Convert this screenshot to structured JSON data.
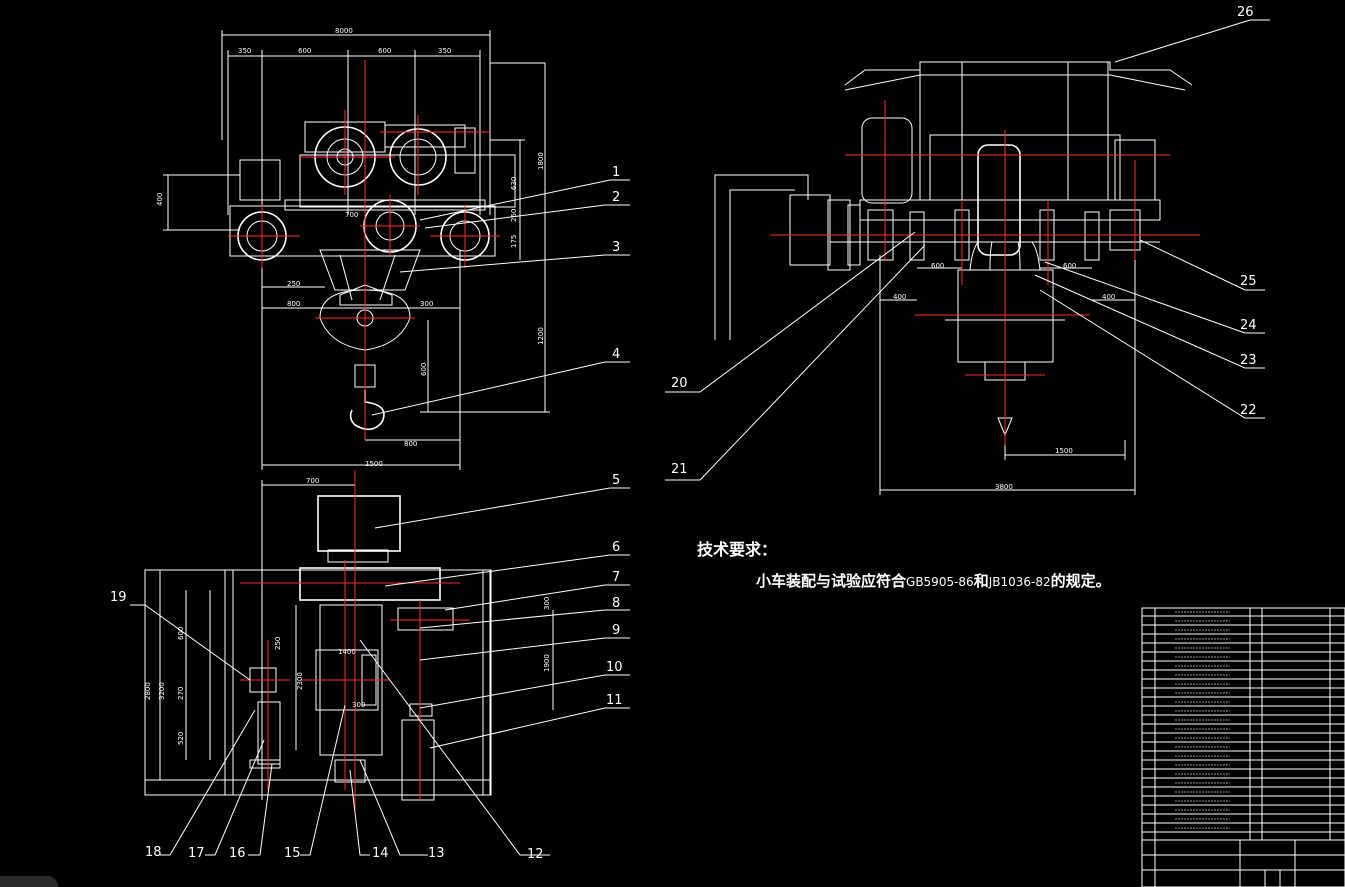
{
  "callouts": [
    "1",
    "2",
    "3",
    "4",
    "5",
    "6",
    "7",
    "8",
    "9",
    "10",
    "11",
    "12",
    "13",
    "14",
    "15",
    "16",
    "17",
    "18",
    "19",
    "20",
    "21",
    "22",
    "23",
    "24",
    "25",
    "26"
  ],
  "front_view_dims": {
    "overall_width": "8000",
    "top_spans": [
      "350",
      "600",
      "600",
      "350"
    ],
    "mid_span": "700",
    "left_offsets": [
      "250",
      "800"
    ],
    "center_offset": "300",
    "hook_height": "600",
    "hook_width": "800",
    "bottom_span": "1500",
    "left_height": "400",
    "right_heights": [
      "630",
      "1800",
      "250",
      "175",
      "1200"
    ]
  },
  "plan_view_dims": {
    "top_span": "700",
    "heights": [
      "2800",
      "3200",
      "600",
      "2300",
      "270",
      "520",
      "250"
    ],
    "inner": [
      "1400",
      "300"
    ],
    "right": [
      "300",
      "1900"
    ]
  },
  "side_view_dims": {
    "spans": [
      "600",
      "600",
      "400",
      "400",
      "1500",
      "3800"
    ]
  },
  "tech_requirements": {
    "title": "技术要求：",
    "line_prefix": "小车装配与试验应符合",
    "std1": "GB5905-86",
    "conj": "和",
    "std2": "JB1036-82",
    "suffix": "的规定。"
  },
  "colors": {
    "background": "#000000",
    "outline": "#ffffff",
    "centerline": "#ff2020",
    "callout_line": "#ffffff"
  }
}
